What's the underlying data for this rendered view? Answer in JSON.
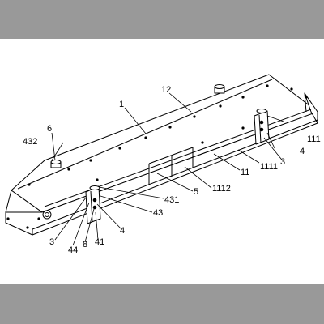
{
  "colors": {
    "frame_bar": "#999999",
    "background": "#ffffff",
    "line": "#000000"
  },
  "labels": {
    "l_1": "1",
    "l_12": "12",
    "l_6": "6",
    "l_432": "432",
    "l_111": "111",
    "l_4_right": "4",
    "l_1111": "1111",
    "l_3_right": "3",
    "l_11": "11",
    "l_1112": "1112",
    "l_5": "5",
    "l_431": "431",
    "l_43": "43",
    "l_3_left": "3",
    "l_44": "44",
    "l_8": "8",
    "l_41": "41",
    "l_4_left": "4"
  }
}
